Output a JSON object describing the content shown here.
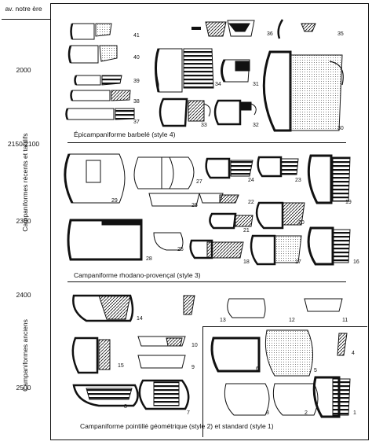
{
  "timeline": {
    "header": "av. notre ère",
    "dates": [
      "2000",
      "2150/2100",
      "2300",
      "2400",
      "2500"
    ],
    "period_recent": "Campaniformes récents et tardifs",
    "period_ancient": "Campaniformes anciens"
  },
  "sections": {
    "style4": "Épicampaniforme barbelé (style 4)",
    "style3": "Campaniforme rhodano-provençal (style 3)",
    "style12": "Campaniforme pointillé géométrique (style 2)  et standard (style 1)"
  },
  "vessel_numbers": [
    "1",
    "2",
    "3",
    "4",
    "5",
    "6",
    "7",
    "8",
    "9",
    "10",
    "11",
    "12",
    "13",
    "14",
    "15",
    "16",
    "17",
    "18",
    "19",
    "20",
    "21",
    "22",
    "23",
    "24",
    "25",
    "26",
    "27",
    "28",
    "29",
    "30",
    "31",
    "32",
    "33",
    "34",
    "35",
    "36",
    "37",
    "38",
    "39",
    "40",
    "41"
  ]
}
